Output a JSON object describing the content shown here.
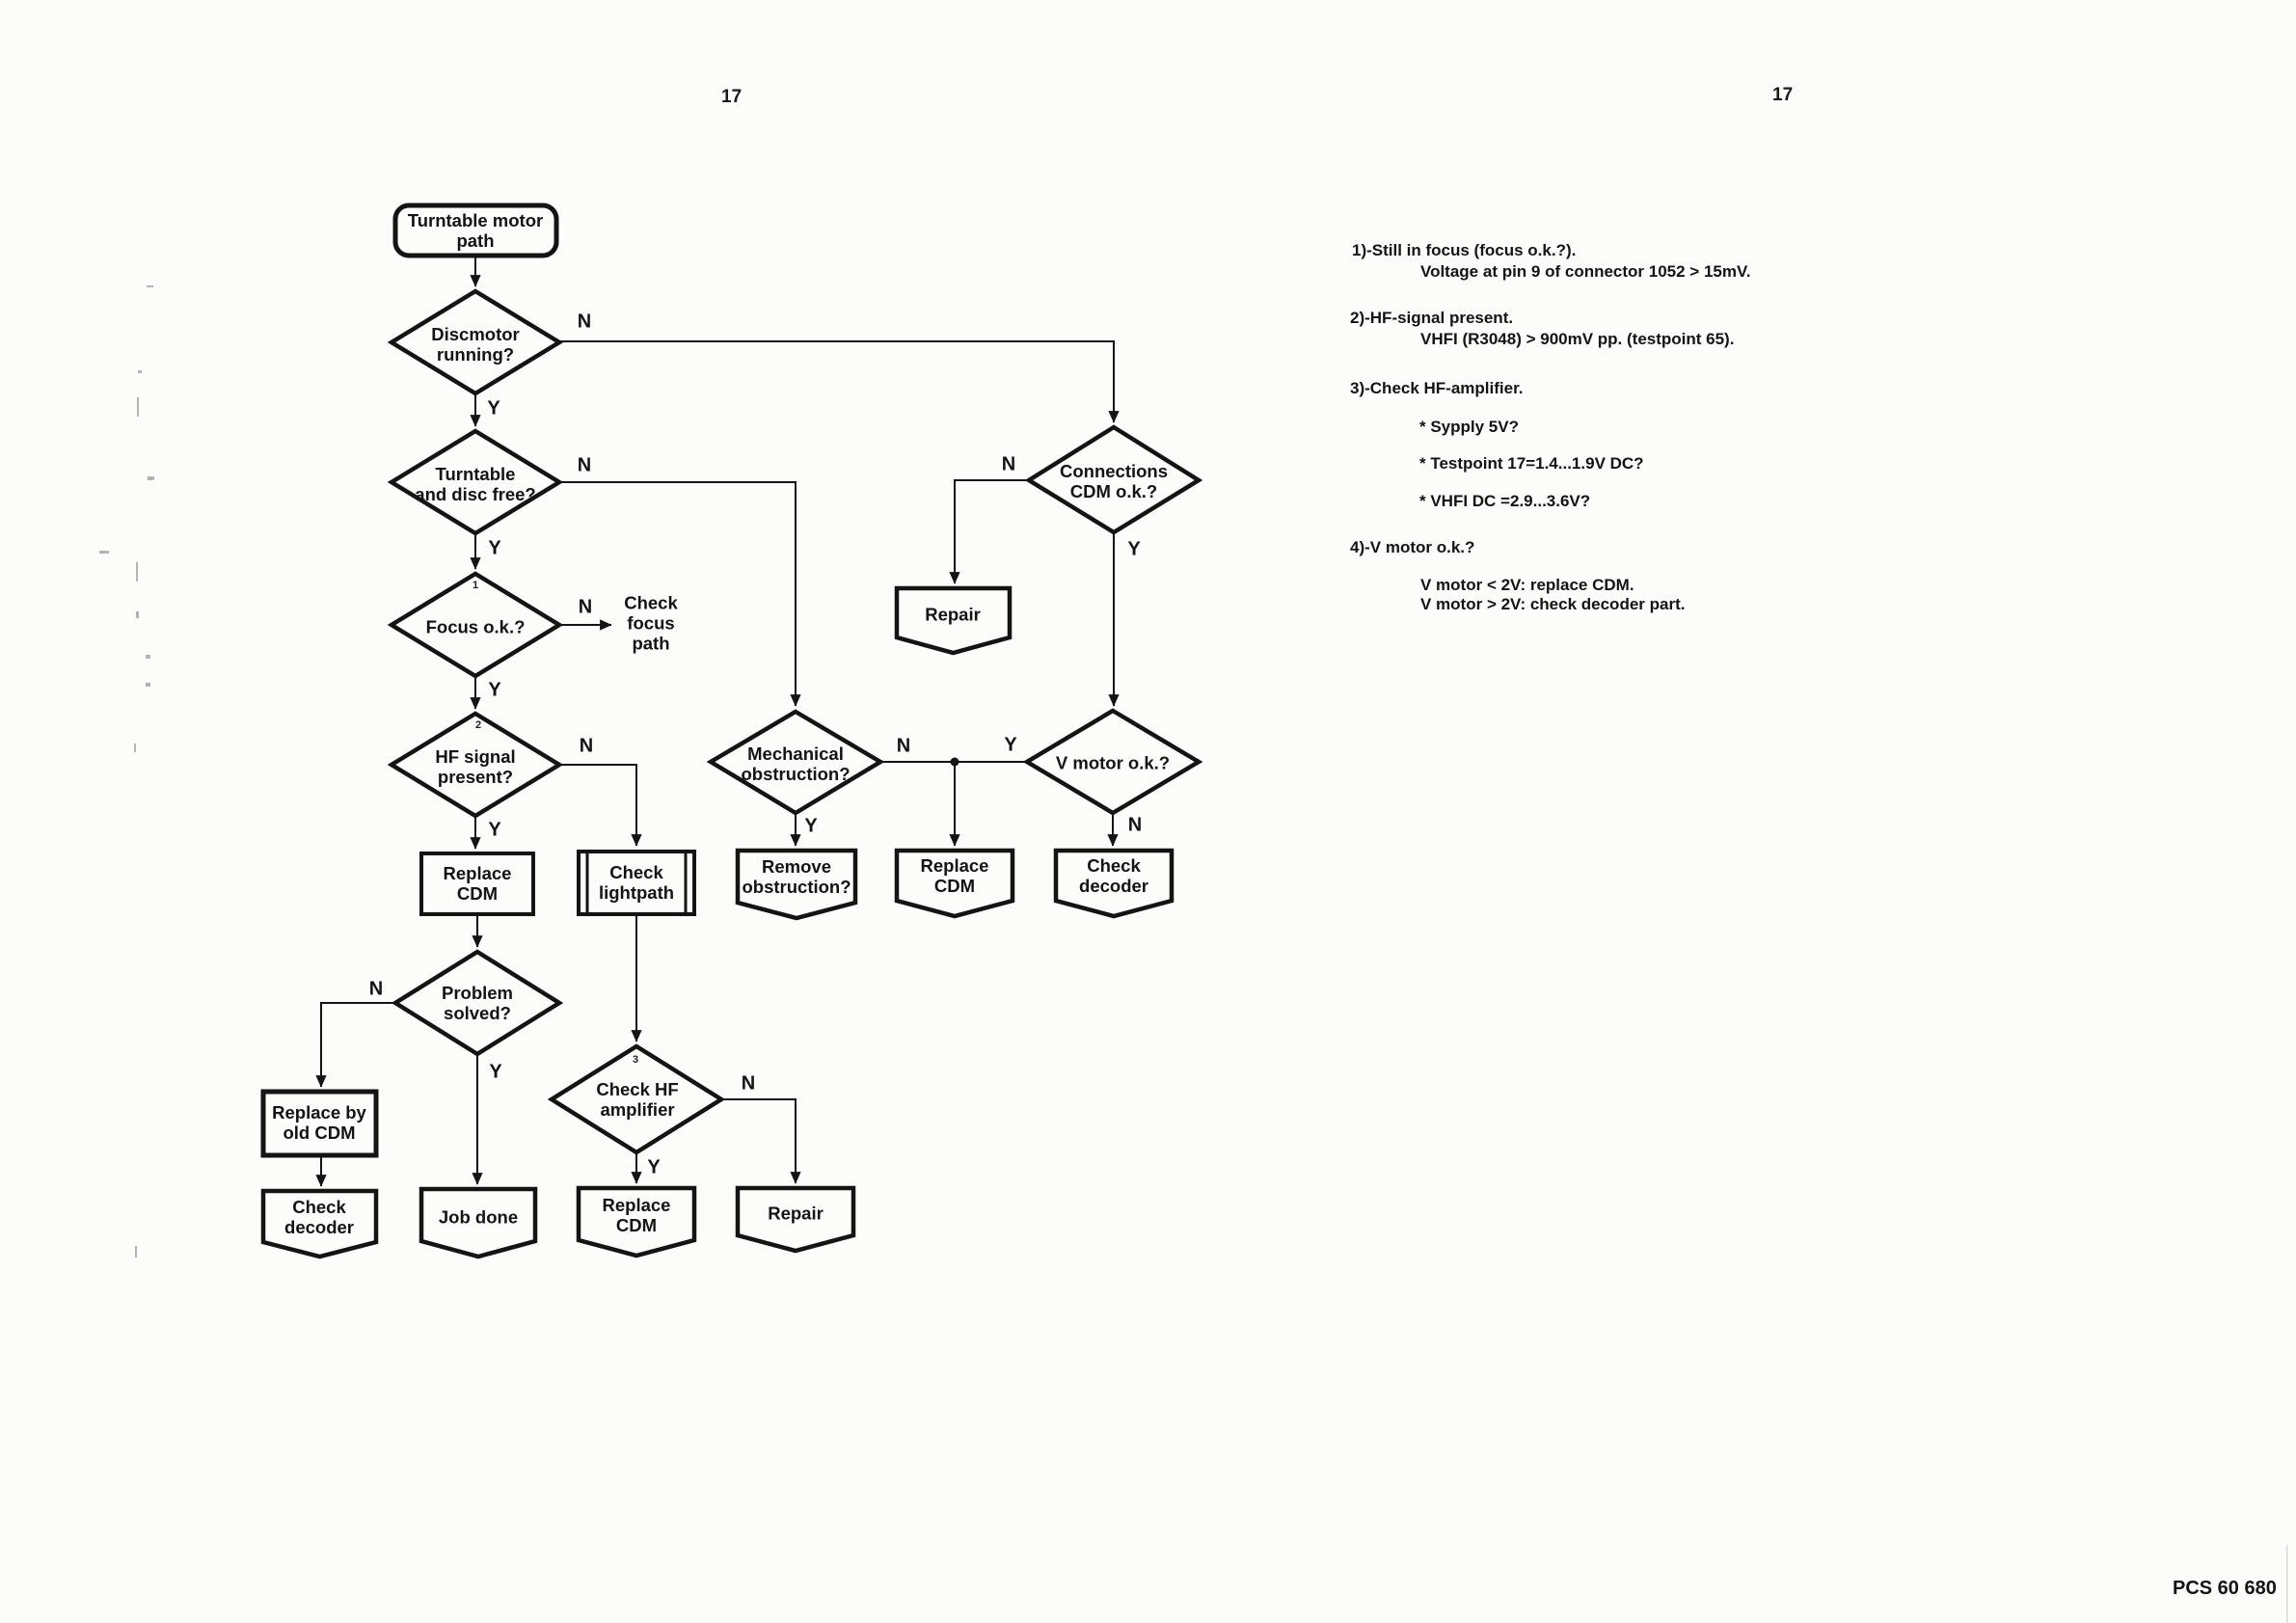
{
  "page": {
    "page_number_left": "17",
    "page_number_right": "17",
    "footer_code": "PCS 60 680"
  },
  "labels": {
    "yes": "Y",
    "no": "N"
  },
  "flowchart": {
    "superscripts": {
      "focus": "1",
      "hf_signal": "2",
      "check_hf": "3"
    },
    "nodes": {
      "start": "Turntable motor\npath",
      "discmotor_running": "Discmotor\nrunning?",
      "turntable_disc_free": "Turntable\nand disc free?",
      "focus_ok": "Focus o.k.?",
      "check_focus_path": "Check\nfocus\npath",
      "hf_signal_present": "HF signal\npresent?",
      "replace_cdm_1": "Replace\nCDM",
      "check_lightpath": "Check\nlightpath",
      "problem_solved": "Problem\nsolved?",
      "replace_by_old_cdm": "Replace by\nold CDM",
      "check_decoder_left": "Check\ndecoder",
      "job_done": "Job done",
      "check_hf_amplifier": "Check HF\namplifier",
      "replace_cdm_bottom": "Replace\nCDM",
      "repair_bottom": "Repair",
      "mechanical_obstruction": "Mechanical\nobstruction?",
      "remove_obstruction": "Remove\nobstruction?",
      "replace_cdm_mid": "Replace\nCDM",
      "check_decoder_right": "Check\ndecoder",
      "v_motor_ok": "V motor o.k.?",
      "connections_cdm_ok": "Connections\nCDM o.k.?",
      "repair_top": "Repair"
    }
  },
  "notes": [
    "1)-Still in focus (focus o.k.?).",
    "Voltage at pin 9 of connector 1052 > 15mV.",
    "2)-HF-signal present.",
    "VHFI (R3048) > 900mV pp. (testpoint 65).",
    "3)-Check HF-amplifier.",
    "* Sypply 5V?",
    "* Testpoint 17=1.4...1.9V DC?",
    "* VHFI DC =2.9...3.6V?",
    "4)-V motor o.k.?",
    "V motor < 2V: replace CDM.",
    "V motor > 2V: check decoder part."
  ]
}
